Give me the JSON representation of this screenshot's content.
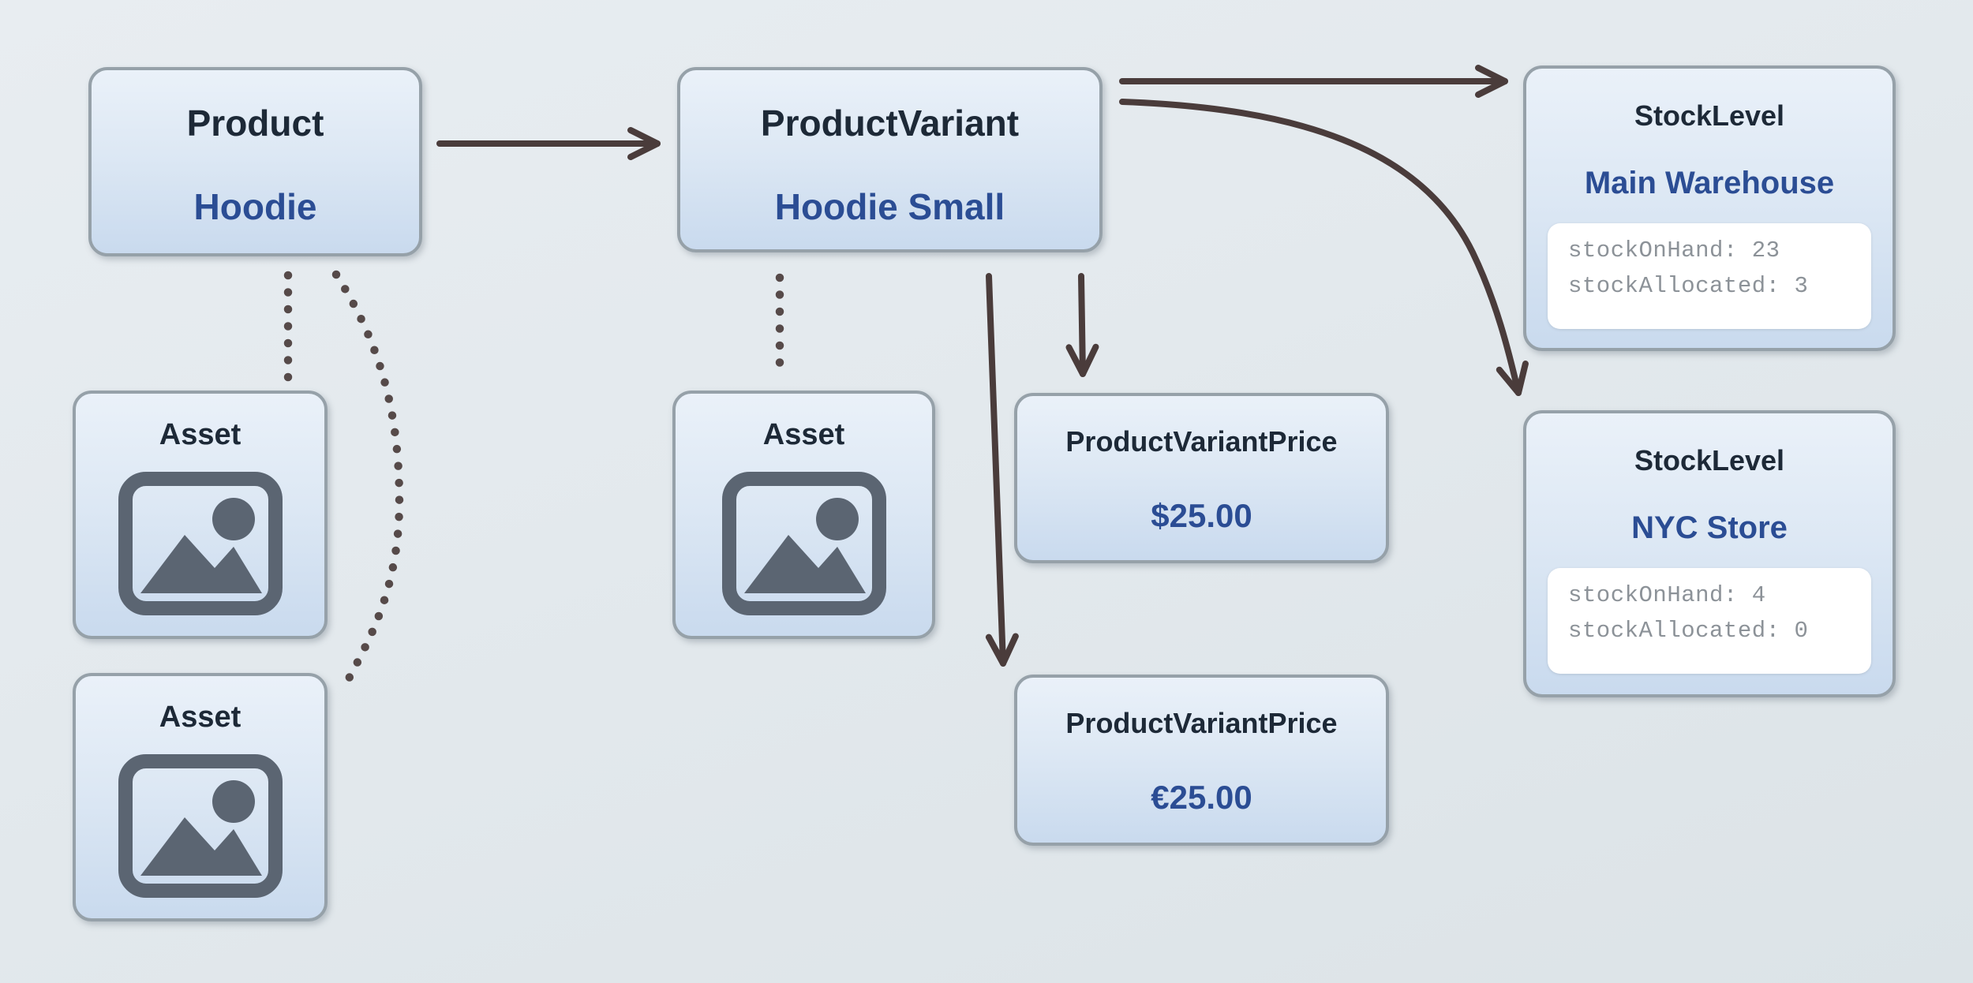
{
  "colors": {
    "canvas-bg-top": "#e8edf1",
    "canvas-bg-bottom": "#dce3e7",
    "node-border": "#96a1a9",
    "node-bg-top": "#eaf1f9",
    "node-bg-bottom": "#c9daee",
    "title-color": "#1d2937",
    "accent-blue": "#2b4d94",
    "code-bg": "#ffffff",
    "code-text": "#8c9298",
    "arrow-color": "#4a3c3b",
    "icon-color": "#5b6572"
  },
  "nodes": {
    "product": {
      "type_label": "Product",
      "name": "Hoodie"
    },
    "variant": {
      "type_label": "ProductVariant",
      "name": "Hoodie Small"
    },
    "stock_main": {
      "type_label": "StockLevel",
      "name": "Main Warehouse",
      "code_lines": [
        "stockOnHand: 23",
        "stockAllocated: 3"
      ]
    },
    "stock_nyc": {
      "type_label": "StockLevel",
      "name": "NYC Store",
      "code_lines": [
        "stockOnHand: 4",
        "stockAllocated: 0"
      ]
    },
    "price_usd": {
      "type_label": "ProductVariantPrice",
      "value": "$25.00"
    },
    "price_eur": {
      "type_label": "ProductVariantPrice",
      "value": "€25.00"
    },
    "asset_product_1": {
      "type_label": "Asset",
      "icon": "image-icon"
    },
    "asset_product_2": {
      "type_label": "Asset",
      "icon": "image-icon"
    },
    "asset_variant": {
      "type_label": "Asset",
      "icon": "image-icon"
    }
  },
  "edges": [
    {
      "from": "Product",
      "to": "ProductVariant",
      "style": "solid-arrow"
    },
    {
      "from": "ProductVariant",
      "to": "StockLevel Main Warehouse",
      "style": "solid-arrow"
    },
    {
      "from": "ProductVariant",
      "to": "StockLevel NYC Store",
      "style": "solid-arrow-curved"
    },
    {
      "from": "ProductVariant",
      "to": "ProductVariantPrice $25.00",
      "style": "solid-arrow"
    },
    {
      "from": "ProductVariant",
      "to": "ProductVariantPrice €25.00",
      "style": "solid-arrow-curved"
    },
    {
      "from": "Product",
      "to": "Asset 1",
      "style": "dotted"
    },
    {
      "from": "Product",
      "to": "Asset 2",
      "style": "dotted-curved"
    },
    {
      "from": "ProductVariant",
      "to": "Asset",
      "style": "dotted"
    }
  ]
}
